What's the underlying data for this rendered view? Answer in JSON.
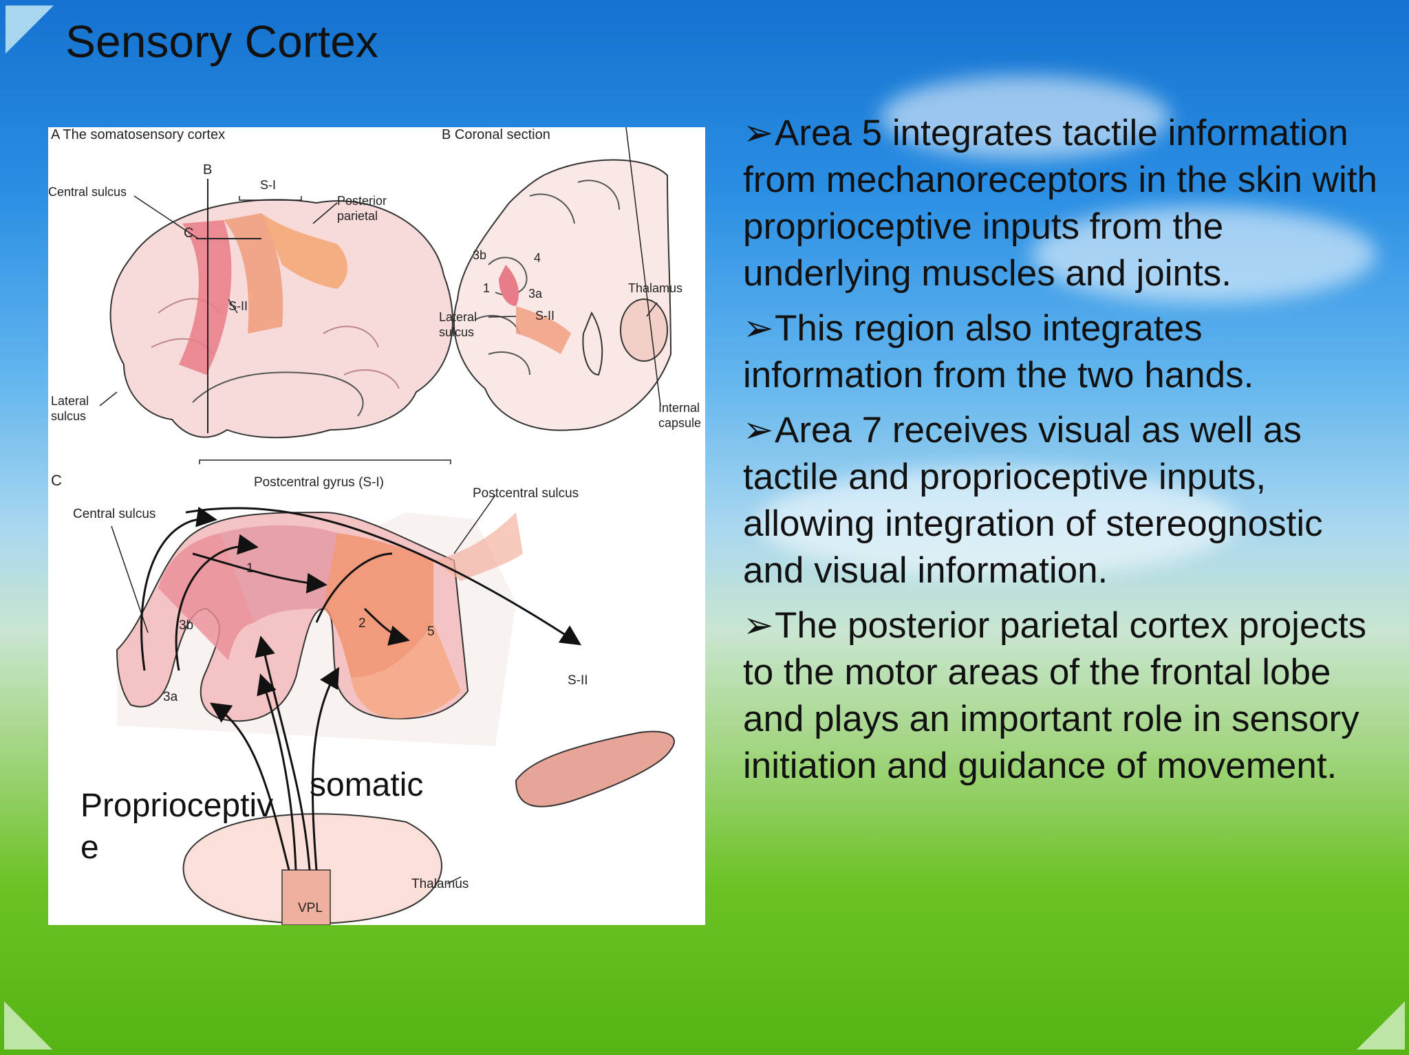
{
  "slide": {
    "title": "Sensory Cortex"
  },
  "figure": {
    "panel_a": {
      "heading": "A  The somatosensory cortex",
      "label_b": "B",
      "label_c": "C",
      "central_sulcus": "Central sulcus",
      "s1": "S-I",
      "posterior": "Posterior",
      "parietal": "parietal",
      "s2": "S-II",
      "lateral": "Lateral",
      "sulcus": "sulcus"
    },
    "panel_b": {
      "heading": "B  Coronal section",
      "area_3b": "3b",
      "area_4": "4",
      "area_1": "1",
      "area_3a": "3a",
      "s2": "S-II",
      "thalamus": "Thalamus",
      "lateral": "Lateral",
      "sulcus": "sulcus",
      "internal": "Internal",
      "capsule": "capsule"
    },
    "panel_c": {
      "heading": "C",
      "postcentral_gyrus": "Postcentral gyrus (S-I)",
      "postcentral_sulcus": "Postcentral sulcus",
      "central_sulcus": "Central sulcus",
      "area_1": "1",
      "area_3b": "3b",
      "area_2": "2",
      "area_5": "5",
      "area_3a": "3a",
      "s2": "S-II",
      "thalamus": "Thalamus",
      "vpl": "VPL",
      "somatic": "somatic",
      "proprioceptive_1": "Proprioceptiv",
      "proprioceptive_2": "e"
    }
  },
  "bullets": {
    "marker": "➢",
    "items": [
      "Area 5 integrates tactile information from mechanoreceptors in the skin with proprioceptive inputs from the underlying muscles and joints.",
      "This region also integrates information from the two hands.",
      "Area 7 receives visual as well as tactile and proprioceptive inputs, allowing integration of stereognostic and visual information.",
      "The posterior parietal cortex projects to the motor areas of the frontal lobe and plays an important role in sensory initiation and guidance of movement."
    ]
  }
}
